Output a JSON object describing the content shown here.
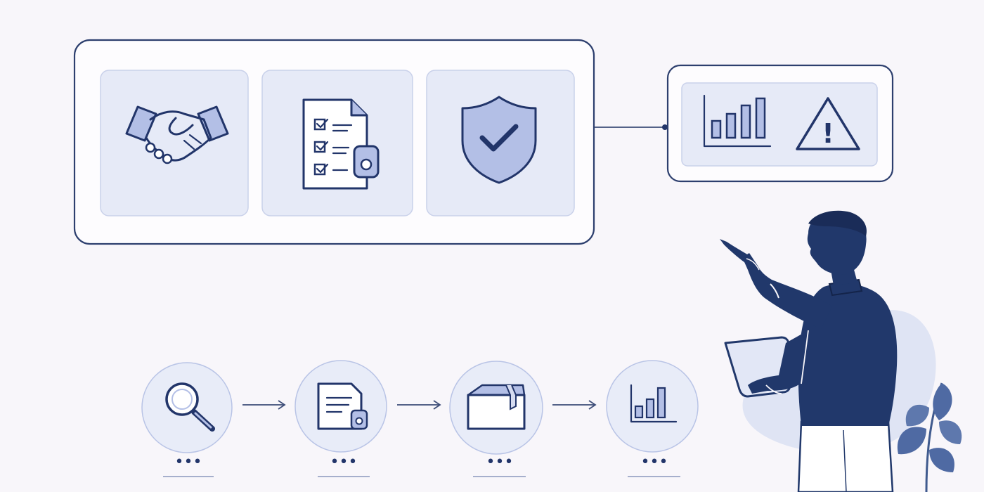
{
  "colors": {
    "ink": "#22356a",
    "accent_soft": "#b3bfe6",
    "card_fill": "#e6eaf7",
    "background": "#f8f6fa",
    "person": "#21386b"
  },
  "top_panel": {
    "cards": [
      {
        "icon": "handshake-icon"
      },
      {
        "icon": "checklist-document-icon"
      },
      {
        "icon": "shield-check-icon"
      }
    ]
  },
  "side_panel": {
    "icons": [
      "bar-chart-icon",
      "warning-triangle-icon"
    ],
    "warning_glyph": "!"
  },
  "process_steps": [
    {
      "icon": "magnifier-icon",
      "caption": "•••"
    },
    {
      "icon": "document-lock-icon",
      "caption": "•••"
    },
    {
      "icon": "package-box-icon",
      "caption": "•••"
    },
    {
      "icon": "bar-chart-icon",
      "caption": "•••"
    }
  ],
  "illustration": {
    "figure": "person-pointing-with-tablet",
    "decor": [
      "plant-leaves",
      "background-blob"
    ]
  }
}
